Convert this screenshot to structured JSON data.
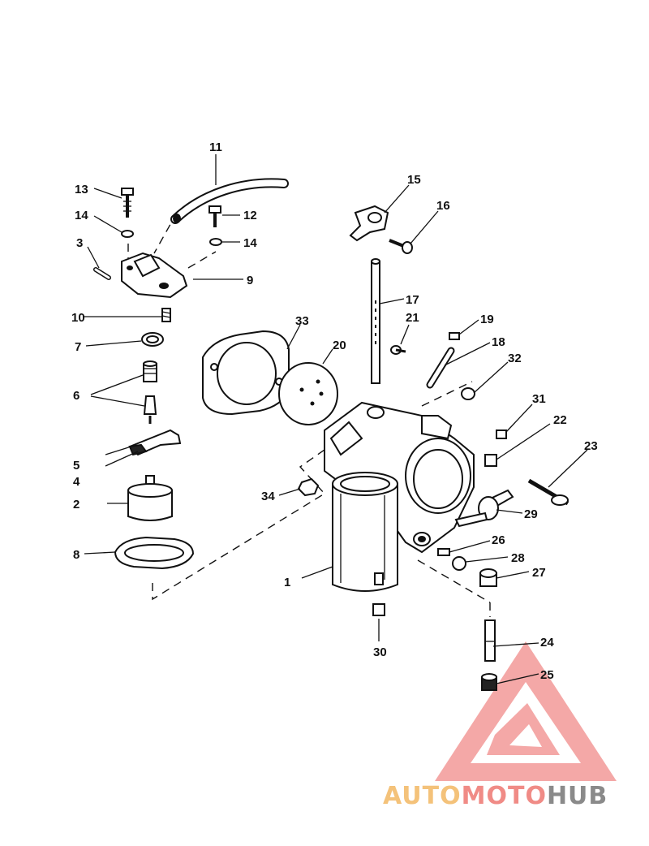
{
  "diagram": {
    "callouts": [
      "1",
      "2",
      "3",
      "4",
      "5",
      "6",
      "7",
      "8",
      "9",
      "10",
      "11",
      "12",
      "13",
      "14",
      "14",
      "15",
      "16",
      "17",
      "18",
      "19",
      "20",
      "21",
      "22",
      "23",
      "24",
      "25",
      "26",
      "27",
      "28",
      "29",
      "30",
      "31",
      "32",
      "33",
      "34"
    ]
  },
  "watermark": {
    "part1": "AUTO",
    "part2": "MOTO",
    "part3": "HUB",
    "colors": {
      "auto": "#f4c27a",
      "moto": "#f08b86",
      "hub": "#8a8a8a"
    }
  }
}
